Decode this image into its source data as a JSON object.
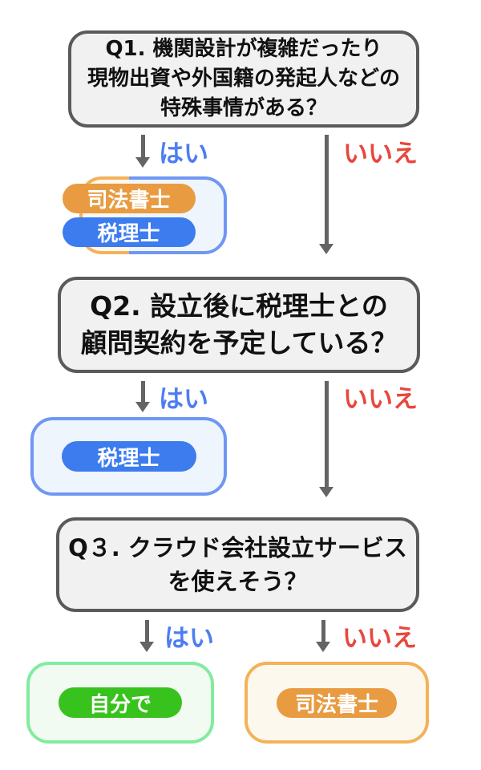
{
  "flowchart": {
    "q1": {
      "lines": [
        "Q1. 機関設計が複雑だったり",
        "現物出資や外国籍の発起人などの",
        "特殊事情がある？"
      ]
    },
    "q2": {
      "lines": [
        "Q2. 設立後に税理士との",
        "顧問契約を予定している？"
      ]
    },
    "q3": {
      "lines": [
        "Q３. クラウド会社設立サービス",
        "を使えそう？"
      ]
    },
    "answers": {
      "yes": "はい",
      "no": "いいえ"
    },
    "results": {
      "q1_yes": {
        "pills": [
          "司法書士",
          "税理士"
        ]
      },
      "q2_yes": {
        "pill": "税理士"
      },
      "q3_yes": {
        "pill": "自分で"
      },
      "q3_no": {
        "pill": "司法書士"
      }
    }
  },
  "colors": {
    "question_border": "#5a5a5a",
    "question_bg": "#f1f1f1",
    "arrow_gray": "#646464",
    "yes_blue": "#4d7df2",
    "no_red": "#e8473d",
    "pill_orange": "#e89b41",
    "pill_blue": "#3d7cee",
    "pill_green": "#38c21d",
    "box_border_orange": "#f3b259",
    "box_border_blue": "#6f97f3",
    "box_border_green": "#83eb9f",
    "box_bg_orange": "#fdf8ee",
    "box_bg_blue": "#eff5fd",
    "box_bg_green": "#f1fbf2"
  }
}
